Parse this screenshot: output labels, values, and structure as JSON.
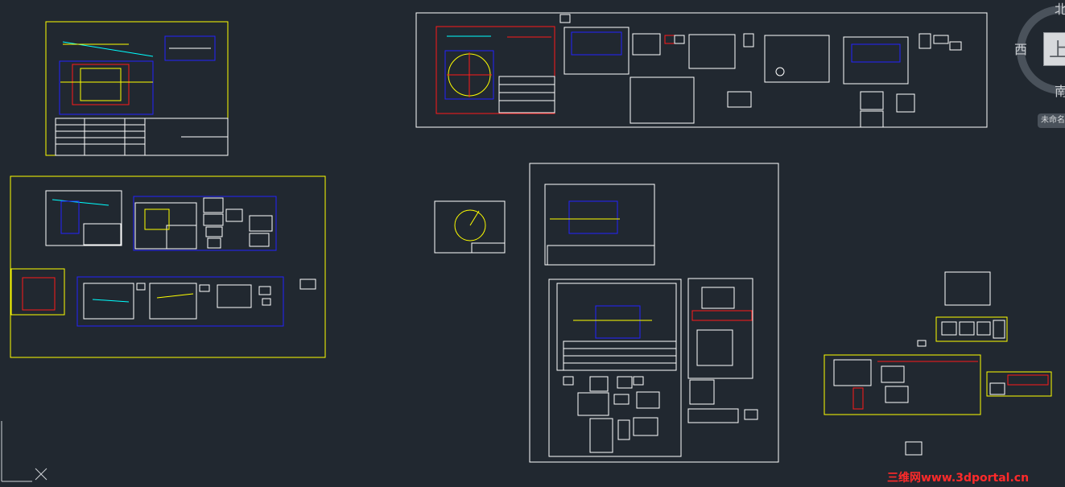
{
  "viewcube": {
    "north": "北",
    "west": "西",
    "south": "南",
    "face": "上",
    "unnamed_button": "未命名"
  },
  "watermark": "三维网www.3dportal.cn",
  "icons": {
    "ucs": "ucs-axis-icon",
    "viewcube": "viewcube-compass-icon"
  },
  "colors": {
    "background": "#212830",
    "sheet_white": "#ffffff",
    "sheet_yellow": "#ffff00",
    "line_blue": "#2222ff",
    "line_red": "#ff1a1a",
    "line_cyan": "#00ffff",
    "line_green": "#33ff33"
  }
}
